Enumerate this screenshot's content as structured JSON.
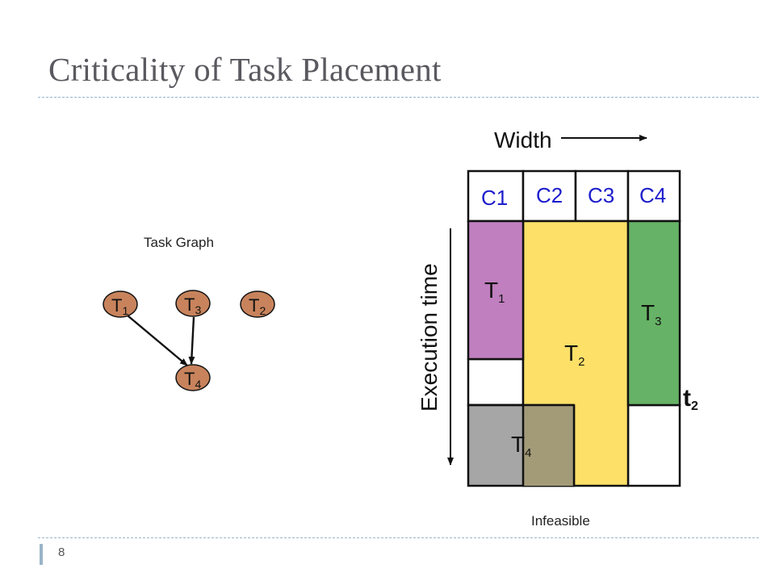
{
  "slide": {
    "title": "Criticality of Task Placement",
    "number": "8"
  },
  "task_graph": {
    "caption": "Task Graph",
    "nodes": [
      {
        "id": "n1",
        "label": "T",
        "sub": "1"
      },
      {
        "id": "n3",
        "label": "T",
        "sub": "3"
      },
      {
        "id": "n2",
        "label": "T",
        "sub": "2"
      },
      {
        "id": "n4",
        "label": "T",
        "sub": "4"
      }
    ],
    "edges": [
      {
        "from": "n1",
        "to": "n4"
      },
      {
        "from": "n3",
        "to": "n4"
      }
    ],
    "node_color": "#c8835c"
  },
  "schedule": {
    "width_label": "Width",
    "time_label": "Execution time",
    "columns": [
      "C1",
      "C2",
      "C3",
      "C4"
    ],
    "column_label_color": "#1c1ccc",
    "tasks": [
      {
        "label": "T",
        "sub": "1",
        "color": "#c07fbf"
      },
      {
        "label": "T",
        "sub": "2",
        "color": "#fde068"
      },
      {
        "label": "T",
        "sub": "3",
        "color": "#66b266"
      },
      {
        "label": "T",
        "sub": "4",
        "color": "#a6a6a6"
      }
    ],
    "overlap_color": "#a39a78",
    "deadline_label": "t",
    "deadline_sub": "2",
    "caption": "Infeasible"
  }
}
